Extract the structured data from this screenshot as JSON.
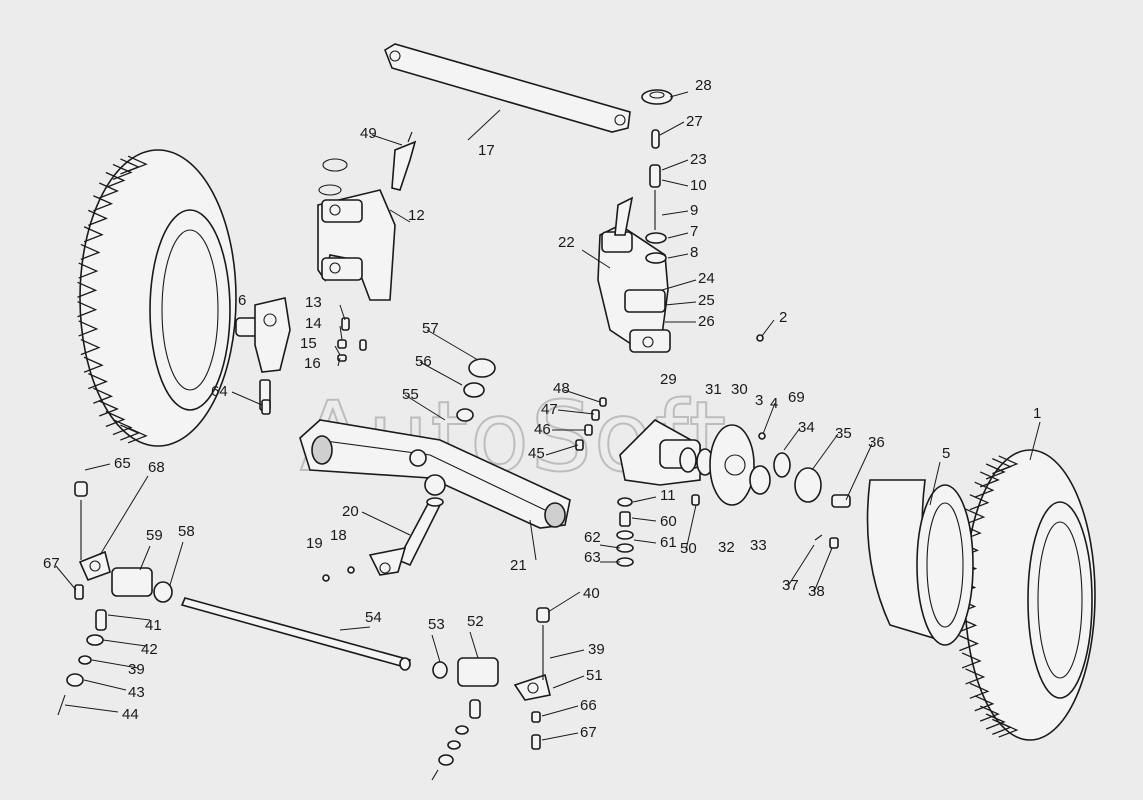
{
  "watermark": "AutoSoft",
  "callouts": [
    {
      "id": "l1",
      "text": "1"
    },
    {
      "id": "l2",
      "text": "2"
    },
    {
      "id": "l3",
      "text": "3"
    },
    {
      "id": "l4",
      "text": "4"
    },
    {
      "id": "l5",
      "text": "5"
    },
    {
      "id": "l6",
      "text": "6"
    },
    {
      "id": "l7",
      "text": "7"
    },
    {
      "id": "l8",
      "text": "8"
    },
    {
      "id": "l9",
      "text": "9"
    },
    {
      "id": "l10",
      "text": "10"
    },
    {
      "id": "l11",
      "text": "11"
    },
    {
      "id": "l12",
      "text": "12"
    },
    {
      "id": "l13",
      "text": "13"
    },
    {
      "id": "l14",
      "text": "14"
    },
    {
      "id": "l15",
      "text": "15"
    },
    {
      "id": "l16",
      "text": "16"
    },
    {
      "id": "l17",
      "text": "17"
    },
    {
      "id": "l18",
      "text": "18"
    },
    {
      "id": "l19",
      "text": "19"
    },
    {
      "id": "l20",
      "text": "20"
    },
    {
      "id": "l21",
      "text": "21"
    },
    {
      "id": "l22",
      "text": "22"
    },
    {
      "id": "l23",
      "text": "23"
    },
    {
      "id": "l24",
      "text": "24"
    },
    {
      "id": "l25",
      "text": "25"
    },
    {
      "id": "l26",
      "text": "26"
    },
    {
      "id": "l27",
      "text": "27"
    },
    {
      "id": "l28",
      "text": "28"
    },
    {
      "id": "l29",
      "text": "29"
    },
    {
      "id": "l30",
      "text": "30"
    },
    {
      "id": "l31",
      "text": "31"
    },
    {
      "id": "l32",
      "text": "32"
    },
    {
      "id": "l33",
      "text": "33"
    },
    {
      "id": "l34",
      "text": "34"
    },
    {
      "id": "l35",
      "text": "35"
    },
    {
      "id": "l36",
      "text": "36"
    },
    {
      "id": "l37",
      "text": "37"
    },
    {
      "id": "l38",
      "text": "38"
    },
    {
      "id": "l39a",
      "text": "39"
    },
    {
      "id": "l39b",
      "text": "39"
    },
    {
      "id": "l40",
      "text": "40"
    },
    {
      "id": "l41",
      "text": "41"
    },
    {
      "id": "l42",
      "text": "42"
    },
    {
      "id": "l43",
      "text": "43"
    },
    {
      "id": "l44",
      "text": "44"
    },
    {
      "id": "l45",
      "text": "45"
    },
    {
      "id": "l46",
      "text": "46"
    },
    {
      "id": "l47",
      "text": "47"
    },
    {
      "id": "l48",
      "text": "48"
    },
    {
      "id": "l49",
      "text": "49"
    },
    {
      "id": "l50",
      "text": "50"
    },
    {
      "id": "l51",
      "text": "51"
    },
    {
      "id": "l52",
      "text": "52"
    },
    {
      "id": "l53",
      "text": "53"
    },
    {
      "id": "l54",
      "text": "54"
    },
    {
      "id": "l55",
      "text": "55"
    },
    {
      "id": "l56",
      "text": "56"
    },
    {
      "id": "l57",
      "text": "57"
    },
    {
      "id": "l58",
      "text": "58"
    },
    {
      "id": "l59",
      "text": "59"
    },
    {
      "id": "l60",
      "text": "60"
    },
    {
      "id": "l61",
      "text": "61"
    },
    {
      "id": "l62",
      "text": "62"
    },
    {
      "id": "l63",
      "text": "63"
    },
    {
      "id": "l64",
      "text": "64"
    },
    {
      "id": "l65",
      "text": "65"
    },
    {
      "id": "l66",
      "text": "66"
    },
    {
      "id": "l67a",
      "text": "67"
    },
    {
      "id": "l67b",
      "text": "67"
    },
    {
      "id": "l68",
      "text": "68"
    },
    {
      "id": "l69",
      "text": "69"
    }
  ]
}
